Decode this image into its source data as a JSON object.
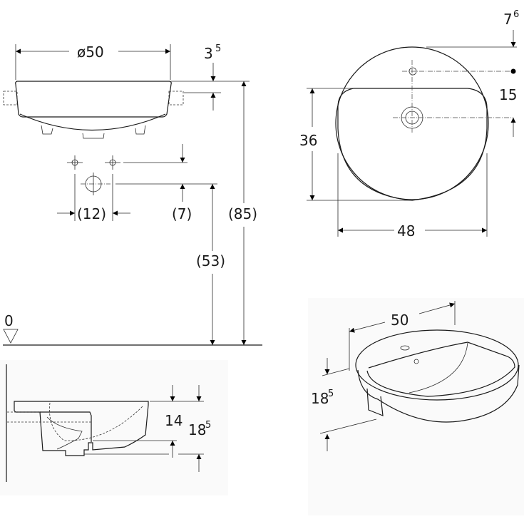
{
  "drawing": {
    "subject": "semi-recessed round washbasin",
    "units": "cm",
    "colors": {
      "line": "#1a1a1a",
      "background": "#ffffff"
    }
  },
  "front_view": {
    "diameter_label": "ø50",
    "rim_thickness": {
      "base": "3",
      "sup": "5"
    },
    "tap_hole_offset": "(7)",
    "tap_hole_spacing": "(12)",
    "waste_height": "(53)",
    "rim_height": "(85)",
    "floor_level": "0"
  },
  "top_view": {
    "rim_to_tap": {
      "base": "7",
      "sup": "6"
    },
    "tap_to_waste": "15",
    "bowl_depth": "36",
    "overall_width": "48"
  },
  "side_view": {
    "inner_depth": "14",
    "overall_height": {
      "base": "18",
      "sup": "5"
    }
  },
  "iso_view": {
    "width": "50",
    "height": {
      "base": "18",
      "sup": "5"
    }
  }
}
